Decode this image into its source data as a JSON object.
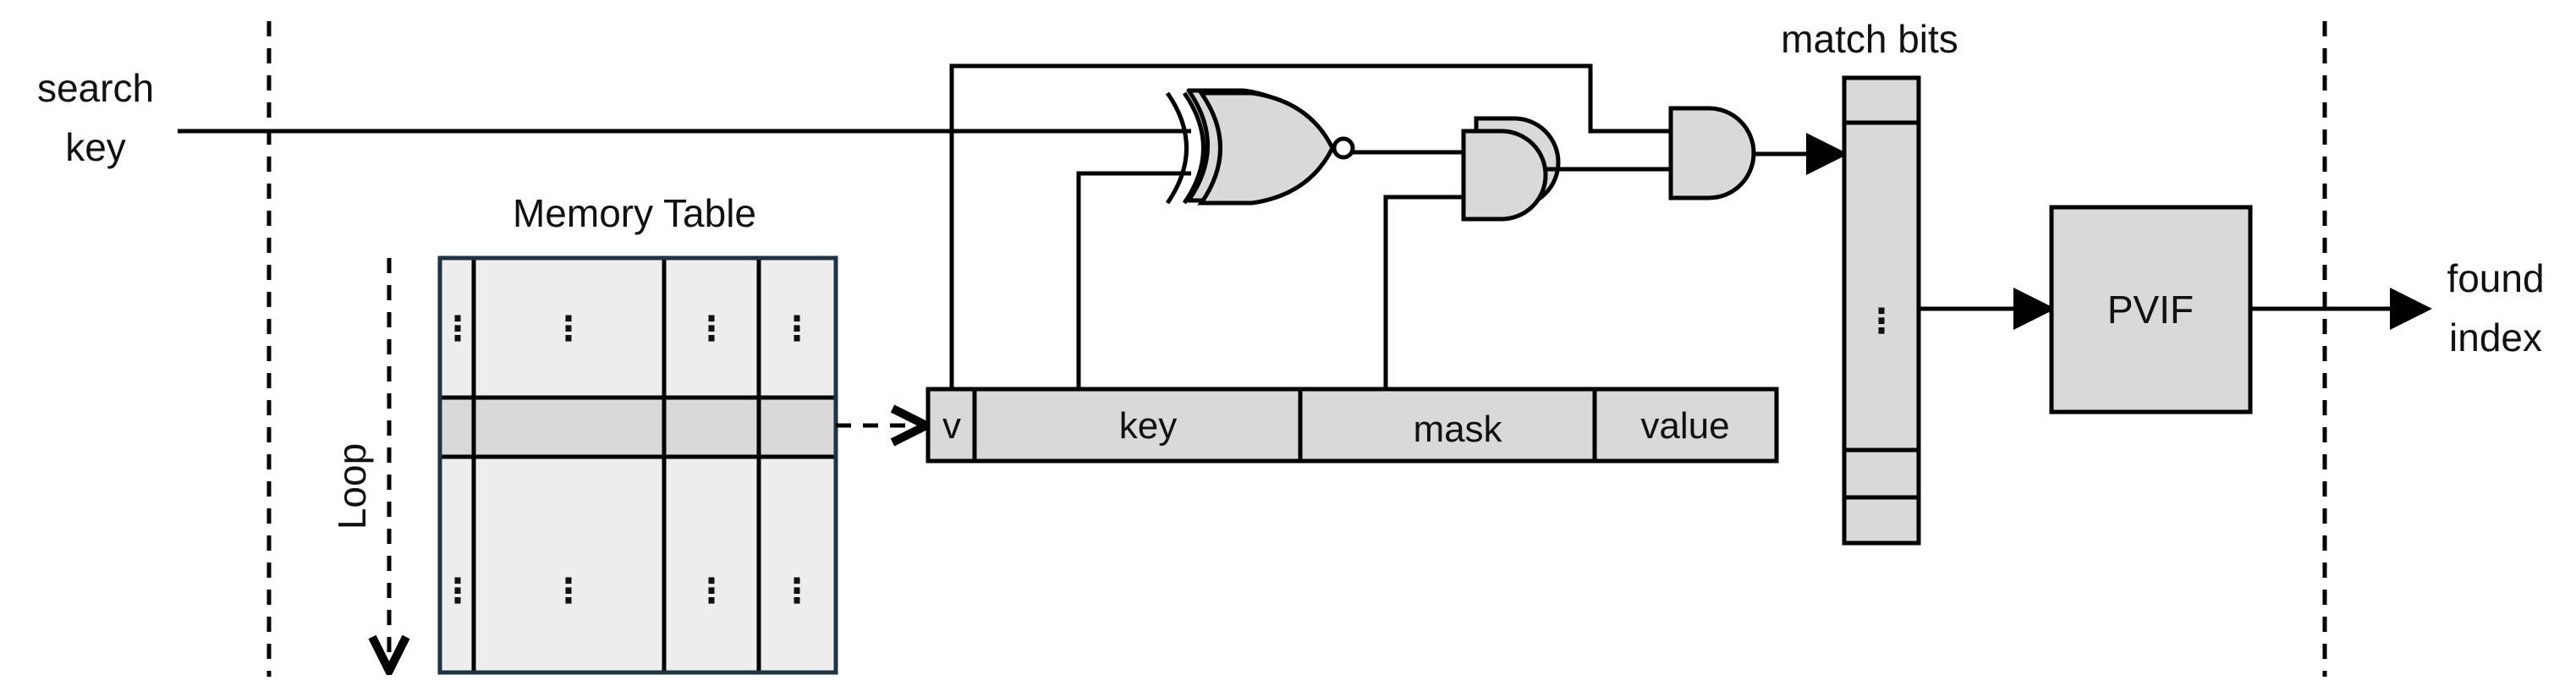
{
  "labels": {
    "search_key_line1": "search",
    "search_key_line2": "key",
    "memory_table": "Memory Table",
    "loop": "Loop",
    "match_bits": "match bits",
    "pvif": "PVIF",
    "found_index_line1": "found",
    "found_index_line2": "index",
    "ellipsis": "⋮"
  },
  "entry_fields": [
    "v",
    "key",
    "mask",
    "value"
  ],
  "colors": {
    "fill_light": "#ededed",
    "fill_mid": "#d9d9d9",
    "table_border": "#1f3346",
    "line": "#000000"
  }
}
